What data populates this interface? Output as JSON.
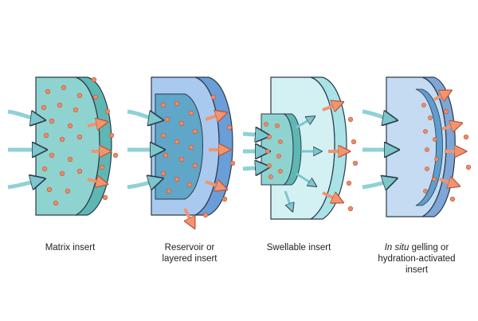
{
  "panels": [
    {
      "id": "matrix",
      "caption_line1": "Matrix insert"
    },
    {
      "id": "reservoir",
      "caption_line1": "Reservoir or",
      "caption_line2": "layered insert"
    },
    {
      "id": "swellable",
      "caption_line1": "Swellable insert"
    },
    {
      "id": "insitu",
      "caption_italic": "In situ",
      "caption_rest": " gelling or",
      "caption_line2": "hydration-activated",
      "caption_line3": "insert"
    }
  ],
  "colors": {
    "inflow_arrow": "#8fd1d6",
    "release_arrow": "#f2946e",
    "drug_particle": "#f08a64",
    "matrix_body": "#8fd3d0",
    "reservoir_body": "#8fb7e8",
    "swellable_body": "#cdeff1",
    "insitu_body": "#bcd6f0",
    "outline": "#2b3a4a"
  }
}
